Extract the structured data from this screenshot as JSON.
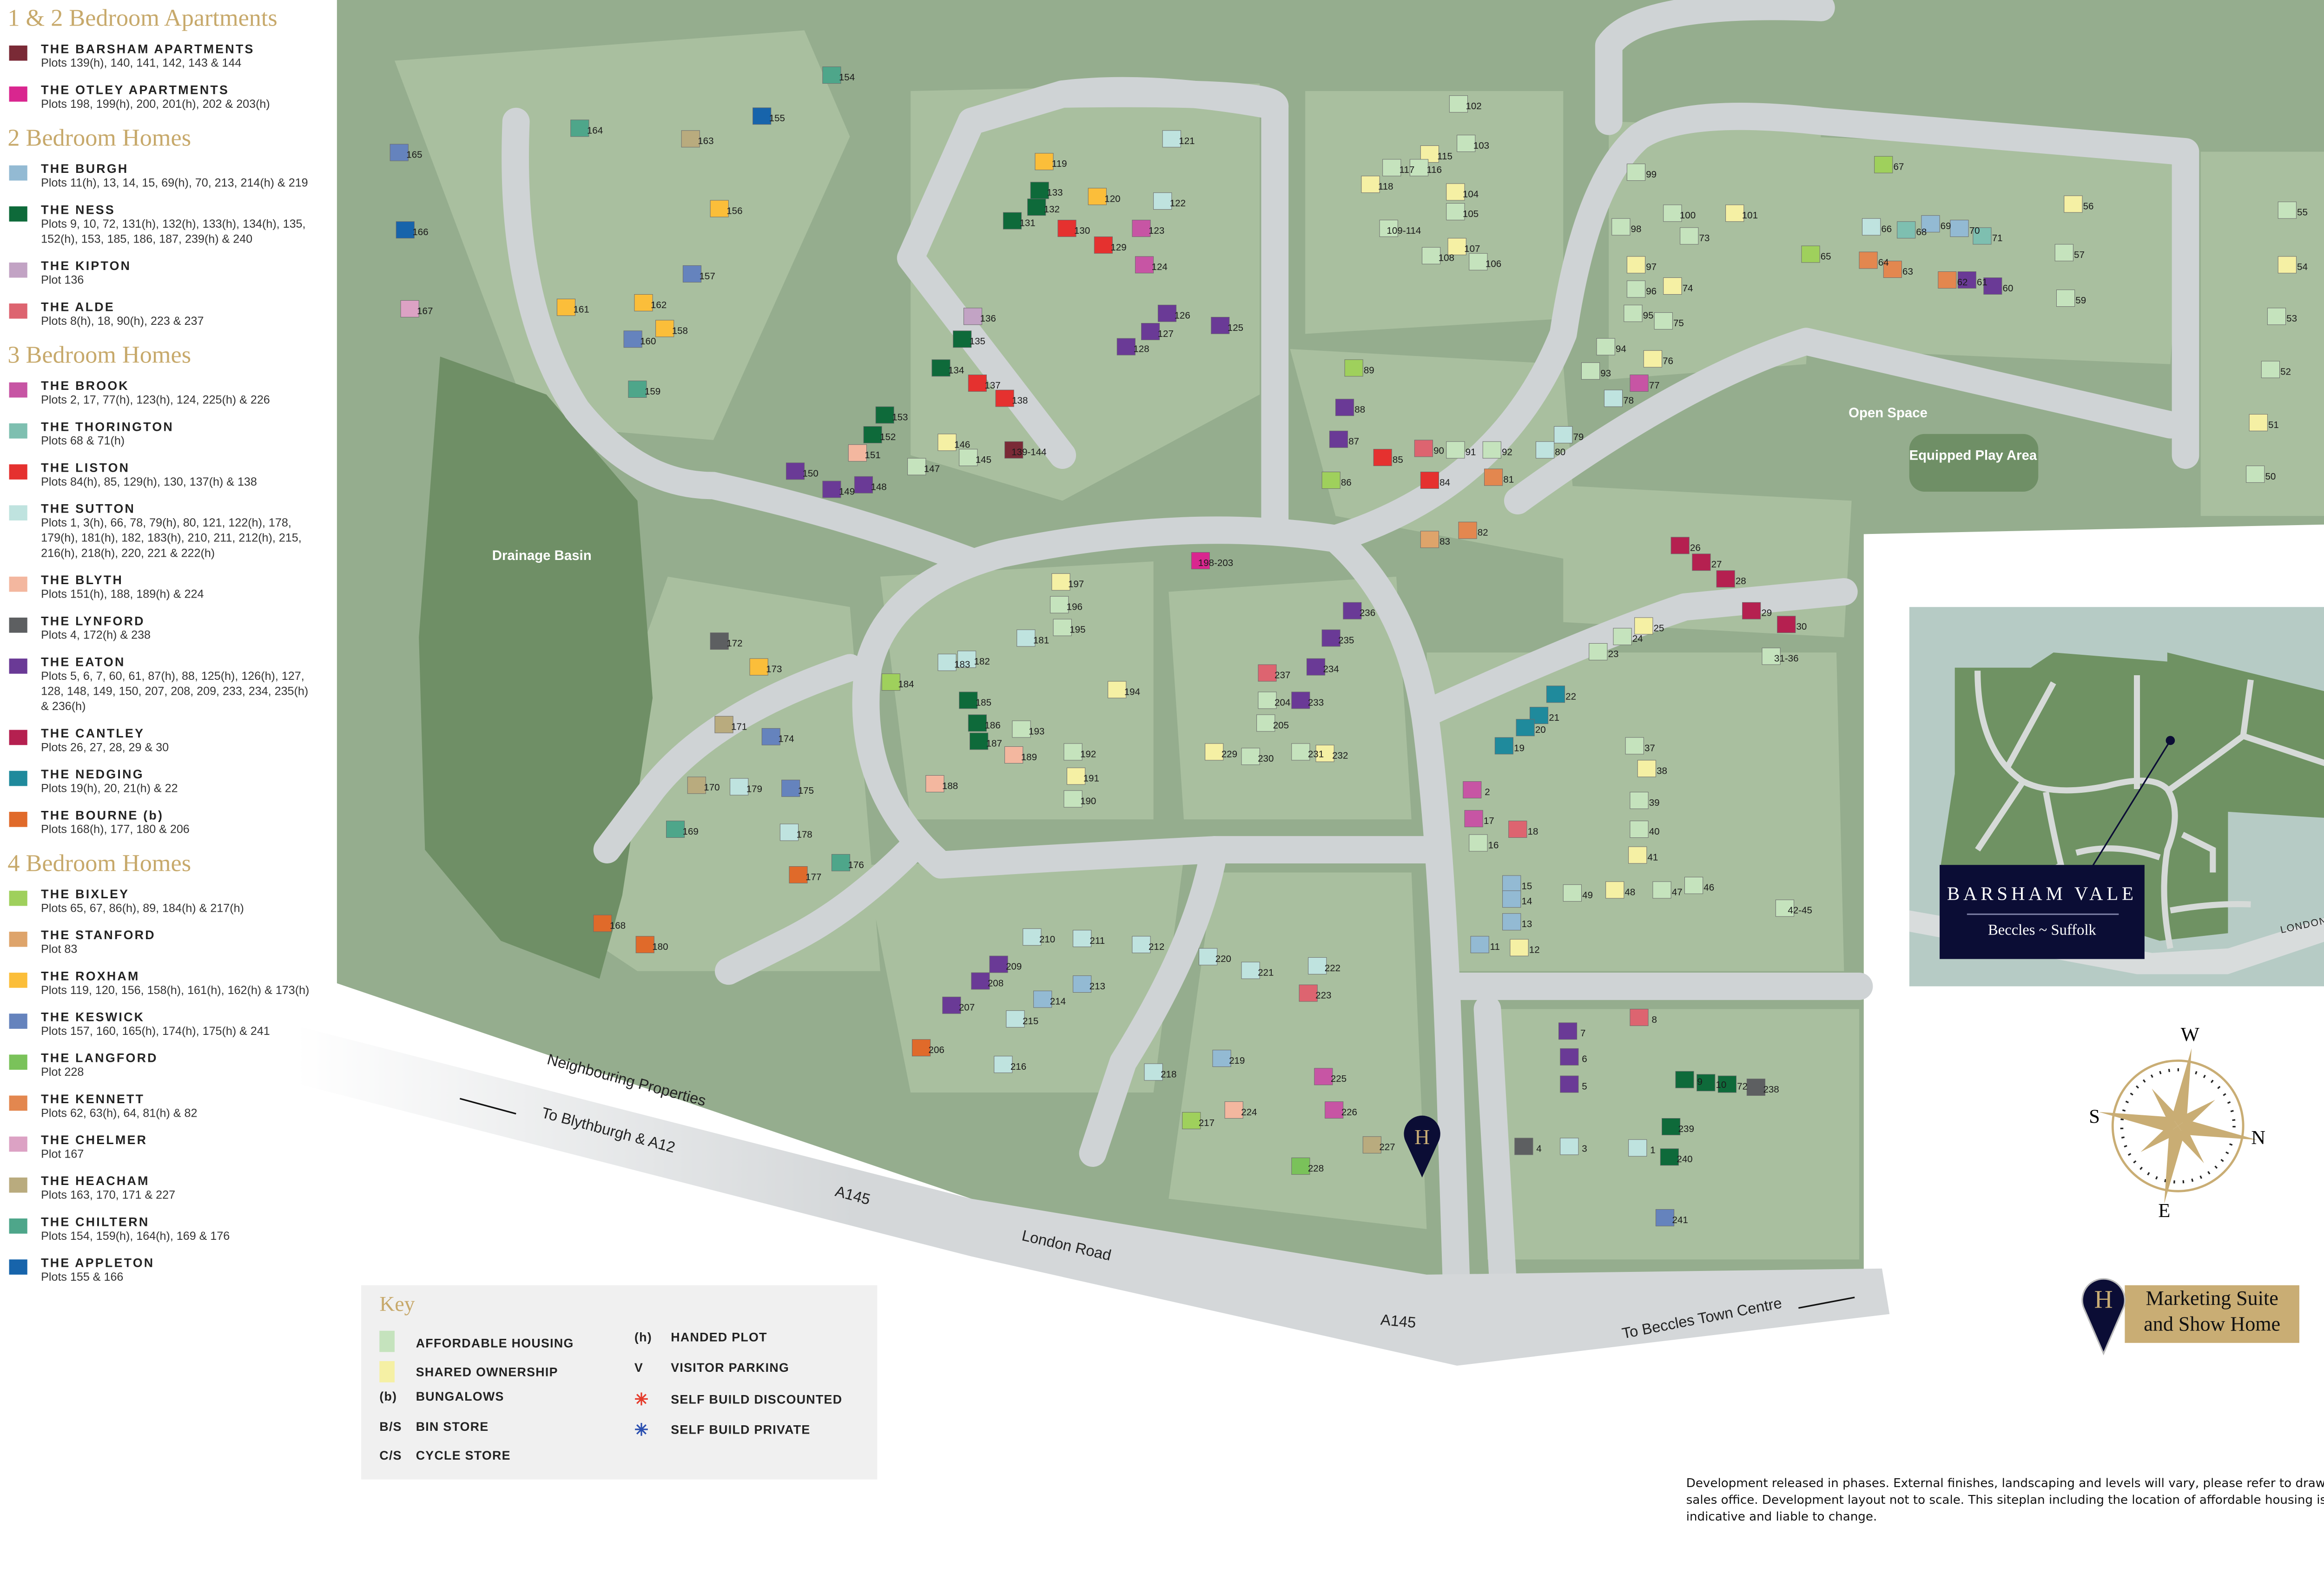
{
  "legend": {
    "groups": [
      {
        "title": "1 & 2 Bedroom Apartments",
        "items": [
          {
            "name": "THE BARSHAM APARTMENTS",
            "plots": "Plots 139(h), 140, 141, 142, 143 & 144",
            "color": "#7a2a36"
          },
          {
            "name": "THE OTLEY APARTMENTS",
            "plots": "Plots 198, 199(h), 200, 201(h), 202 & 203(h)",
            "color": "#d9268f"
          }
        ]
      },
      {
        "title": "2 Bedroom Homes",
        "items": [
          {
            "name": "THE BURGH",
            "plots": "Plots 11(h), 13, 14, 15, 69(h), 70, 213, 214(h) & 219",
            "color": "#93bad3"
          },
          {
            "name": "THE NESS",
            "plots": "Plots 9, 10, 72, 131(h), 132(h), 133(h), 134(h), 135, 152(h), 153, 185, 186, 187, 239(h) & 240",
            "color": "#0e6a3a"
          },
          {
            "name": "THE KIPTON",
            "plots": "Plot 136",
            "color": "#c2a3c4"
          },
          {
            "name": "THE ALDE",
            "plots": "Plots 8(h), 18, 90(h), 223 & 237",
            "color": "#dd6470"
          }
        ]
      },
      {
        "title": "3 Bedroom Homes",
        "items": [
          {
            "name": "THE BROOK",
            "plots": "Plots 2, 17, 77(h), 123(h), 124, 225(h) & 226",
            "color": "#c755a4"
          },
          {
            "name": "THE THORINGTON",
            "plots": "Plots 68 & 71(h)",
            "color": "#7ebfb0"
          },
          {
            "name": "THE LISTON",
            "plots": "Plots 84(h), 85, 129(h), 130, 137(h) & 138",
            "color": "#e5312f"
          },
          {
            "name": "THE SUTTON",
            "plots": "Plots 1, 3(h), 66, 78, 79(h), 80, 121, 122(h), 178, 179(h), 181(h), 182, 183(h), 210, 211, 212(h), 215, 216(h), 218(h), 220, 221 & 222(h)",
            "color": "#bfe3df"
          },
          {
            "name": "THE BLYTH",
            "plots": "Plots 151(h), 188, 189(h) & 224",
            "color": "#f3b79f"
          },
          {
            "name": "THE LYNFORD",
            "plots": "Plots 4, 172(h) & 238",
            "color": "#5d5f61"
          },
          {
            "name": "THE EATON",
            "plots": "Plots 5, 6, 7, 60, 61, 87(h), 88, 125(h), 126(h), 127, 128, 148, 149, 150, 207, 208, 209, 233, 234, 235(h) & 236(h)",
            "color": "#6a3a96"
          },
          {
            "name": "THE CANTLEY",
            "plots": "Plots 26, 27, 28, 29 & 30",
            "color": "#b52050"
          },
          {
            "name": "THE NEDGING",
            "plots": "Plots 19(h), 20, 21(h) & 22",
            "color": "#1f8a9c"
          },
          {
            "name": "THE BOURNE (b)",
            "plots": "Plots 168(h), 177, 180 & 206",
            "color": "#e06a2a"
          }
        ]
      },
      {
        "title": "4 Bedroom Homes",
        "items": [
          {
            "name": "THE BIXLEY",
            "plots": "Plots 65, 67, 86(h), 89, 184(h) & 217(h)",
            "color": "#9fd05c"
          },
          {
            "name": "THE STANFORD",
            "plots": "Plot 83",
            "color": "#dea46b"
          },
          {
            "name": "THE ROXHAM",
            "plots": "Plots 119, 120, 156, 158(h), 161(h), 162(h) & 173(h)",
            "color": "#fbbe3a"
          },
          {
            "name": "THE KESWICK",
            "plots": "Plots 157, 160, 165(h), 174(h), 175(h) & 241",
            "color": "#6583bd"
          },
          {
            "name": "THE LANGFORD",
            "plots": "Plot 228",
            "color": "#7ac25a"
          },
          {
            "name": "THE KENNETT",
            "plots": "Plots 62, 63(h), 64, 81(h) & 82",
            "color": "#e3874f"
          },
          {
            "name": "THE CHELMER",
            "plots": "Plot 167",
            "color": "#dca2c4"
          },
          {
            "name": "THE HEACHAM",
            "plots": "Plots 163, 170, 171 & 227",
            "color": "#b9ab7e"
          },
          {
            "name": "THE CHILTERN",
            "plots": "Plots 154, 159(h), 164(h), 169 & 176",
            "color": "#4ea68a"
          },
          {
            "name": "THE APPLETON",
            "plots": "Plots 155 & 166",
            "color": "#1764ab"
          }
        ]
      }
    ]
  },
  "key": {
    "title": "Key",
    "left": [
      {
        "symbol": "",
        "label": "AFFORDABLE HOUSING",
        "color": "#c5e3bd"
      },
      {
        "symbol": "",
        "label": "SHARED OWNERSHIP",
        "color": "#f5f0a4"
      },
      {
        "symbol": "(b)",
        "label": "BUNGALOWS"
      },
      {
        "symbol": "B/S",
        "label": "BIN STORE"
      },
      {
        "symbol": "C/S",
        "label": "CYCLE STORE"
      }
    ],
    "right": [
      {
        "symbol": "(h)",
        "label": "HANDED PLOT"
      },
      {
        "symbol": "V",
        "label": "VISITOR PARKING"
      },
      {
        "symbol": "✳",
        "label": "SELF BUILD DISCOUNTED",
        "color": "#e53a2a"
      },
      {
        "symbol": "✳",
        "label": "SELF BUILD PRIVATE",
        "color": "#2a4fb0"
      }
    ]
  },
  "map": {
    "labels": {
      "drainage": "Drainage Basin",
      "open_space": "Open Space",
      "play_area": "Equipped Play Area",
      "neighbouring": "Neighbouring Properties",
      "to_blythburgh": "To Blythburgh & A12",
      "a145_left": "A145",
      "london_road": "London Road",
      "a145_right": "A145",
      "to_beccles": "To Beccles Town Centre"
    },
    "plot_labels": [
      "165",
      "166",
      "167",
      "164",
      "163",
      "154",
      "155",
      "156",
      "157",
      "161",
      "162",
      "160",
      "158",
      "159",
      "119",
      "120",
      "121",
      "122",
      "123",
      "124",
      "125",
      "126",
      "127",
      "128",
      "129",
      "130",
      "131",
      "132",
      "133",
      "134",
      "135",
      "136",
      "137",
      "138",
      "146",
      "145",
      "147",
      "148",
      "149",
      "150",
      "151",
      "152",
      "153",
      "139-144",
      "102",
      "103",
      "104",
      "105",
      "106",
      "107",
      "108",
      "109-114",
      "115",
      "116",
      "117",
      "118",
      "99",
      "100",
      "101",
      "98",
      "73",
      "97",
      "96",
      "95",
      "74",
      "75",
      "94",
      "76",
      "93",
      "77",
      "78",
      "79",
      "80",
      "67",
      "66",
      "68",
      "69",
      "70",
      "71",
      "56",
      "57",
      "55",
      "54",
      "53",
      "52",
      "51",
      "50",
      "65",
      "64",
      "63",
      "62",
      "61",
      "60",
      "59",
      "89",
      "88",
      "87",
      "86",
      "85",
      "84",
      "83",
      "82",
      "81",
      "90",
      "91",
      "92",
      "26",
      "27",
      "28",
      "29",
      "30",
      "31-36",
      "25",
      "24",
      "23",
      "22",
      "21",
      "20",
      "19",
      "198-203",
      "184",
      "183",
      "182",
      "181",
      "185",
      "186",
      "187",
      "188",
      "189",
      "190",
      "191",
      "192",
      "193",
      "194",
      "195",
      "196",
      "197",
      "204",
      "205",
      "229",
      "230",
      "231",
      "232",
      "233",
      "234",
      "235",
      "236",
      "237",
      "172",
      "173",
      "174",
      "175",
      "171",
      "170",
      "169",
      "179",
      "178",
      "177",
      "176",
      "168",
      "180",
      "206",
      "207",
      "208",
      "209",
      "210",
      "211",
      "212",
      "213",
      "214",
      "215",
      "216",
      "217",
      "218",
      "219",
      "220",
      "221",
      "222",
      "223",
      "224",
      "225",
      "226",
      "227",
      "228",
      "1",
      "3",
      "4",
      "5",
      "6",
      "7",
      "8",
      "9",
      "10",
      "72",
      "238",
      "239",
      "240",
      "241",
      "2",
      "17",
      "16",
      "18",
      "15",
      "14",
      "13",
      "12",
      "11",
      "49",
      "48",
      "47",
      "46",
      "41",
      "40",
      "39",
      "38",
      "37",
      "42-45"
    ]
  },
  "inset": {
    "title": "BARSHAM VALE",
    "subtitle": "Beccles ~ Suffolk",
    "road": "LONDON ROAD"
  },
  "compass": {
    "top": "W",
    "right": "N",
    "bottom": "E",
    "left": "S"
  },
  "marketing": {
    "monogram": "H",
    "line1": "Marketing Suite",
    "line2": "and Show Home"
  },
  "notes": "Development released in phases. External finishes, landscaping and levels will vary, please refer  to drawings in sales office. Development layout not to scale. This siteplan including the location of affordable housing is indicative and liable to change.",
  "colors": {
    "gold": "#c7a96b",
    "navy": "#0b0d35",
    "map_green": "#95ad8e",
    "road": "#cfd3d5",
    "paving": "#e4e0cf"
  }
}
